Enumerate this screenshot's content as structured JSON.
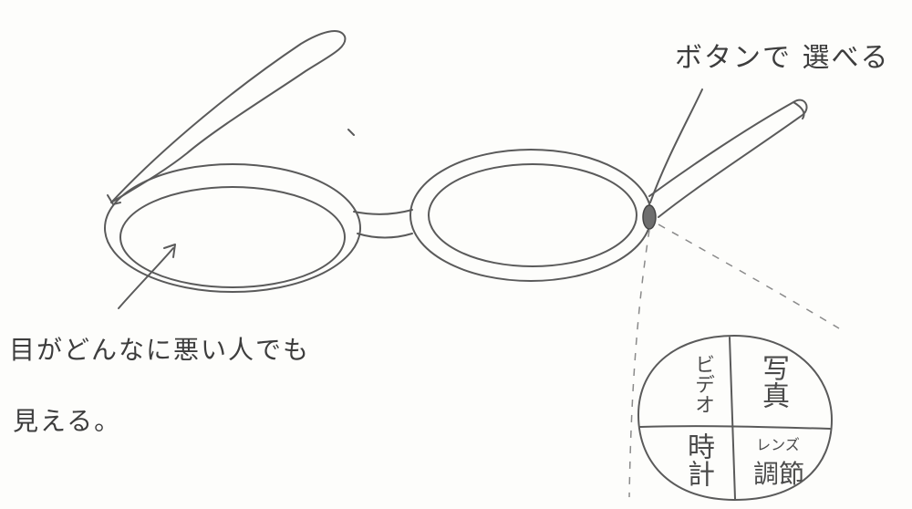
{
  "annotations": {
    "button_note": "ボタンで 選べる",
    "lens_note_line1": "目がどんなに悪い人でも",
    "lens_note_line2": "見える。"
  },
  "menu": {
    "video": "ビデオ",
    "photo": "写真",
    "clock": "時計",
    "lens_label": "レンズ",
    "lens_adjust": "調節"
  }
}
